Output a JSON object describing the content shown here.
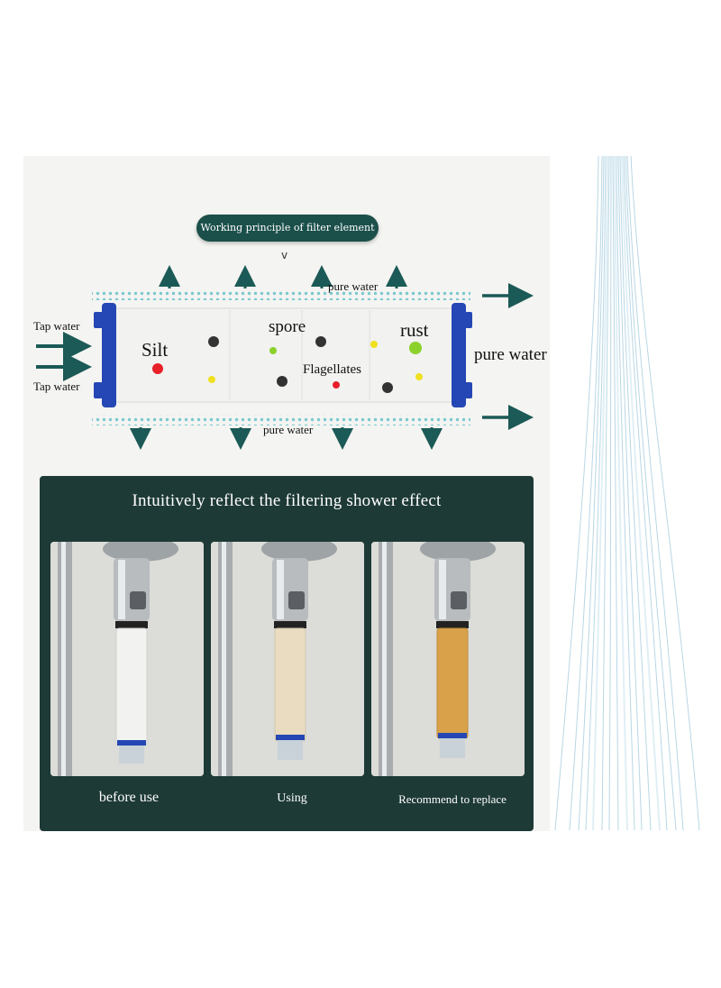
{
  "header": {
    "badge": "Working principle of filter element",
    "chevron": "v"
  },
  "diagram": {
    "labels": {
      "tap_water_top": "Tap water",
      "tap_water_bottom": "Tap water",
      "pure_water_top": "pure water",
      "pure_water_bottom": "pure water",
      "pure_water_right": "pure water",
      "silt": "Silt",
      "spore": "spore",
      "rust": "rust",
      "flagellates": "Flagellates"
    }
  },
  "effect": {
    "title": "Intuitively reflect the filtering shower effect",
    "captions": [
      "before use",
      "Using",
      "Recommend to replace"
    ]
  },
  "colors": {
    "teal": "#1b4f4a",
    "dark_panel": "#1d3a36",
    "cap_blue": "#2447b5",
    "dots": "#7cc9cf",
    "filter_clean": "#f2f2f0",
    "filter_used": "#e9dcc0",
    "filter_replace": "#d9a24a"
  }
}
